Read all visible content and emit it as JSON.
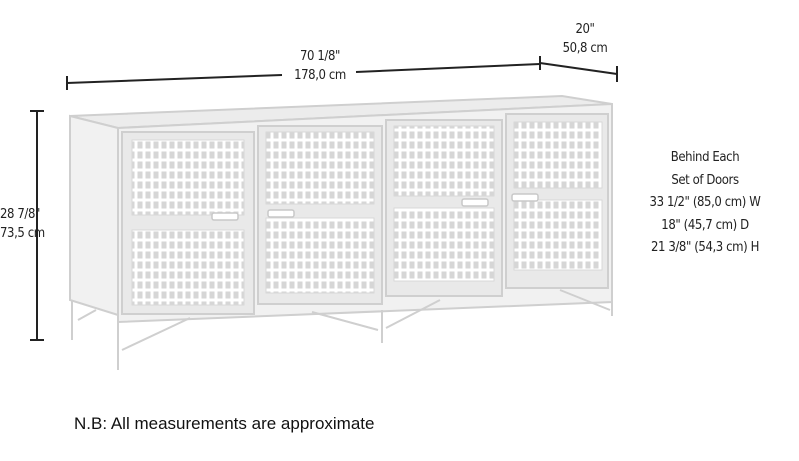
{
  "dimensions": {
    "width": {
      "imperial": "70 1/8\"",
      "metric": "178,0 cm"
    },
    "depth": {
      "imperial": "20\"",
      "metric": "50,8 cm"
    },
    "height": {
      "imperial": "28 7/8\"",
      "metric": "73,5 cm"
    }
  },
  "interior": {
    "heading_line1": "Behind Each",
    "heading_line2": "Set of Doors",
    "width": "33 1/2\" (85,0 cm) W",
    "depth": "18\" (45,7 cm) D",
    "height": "21 3/8\" (54,3 cm) H"
  },
  "note": "N.B: All measurements are approximate"
}
